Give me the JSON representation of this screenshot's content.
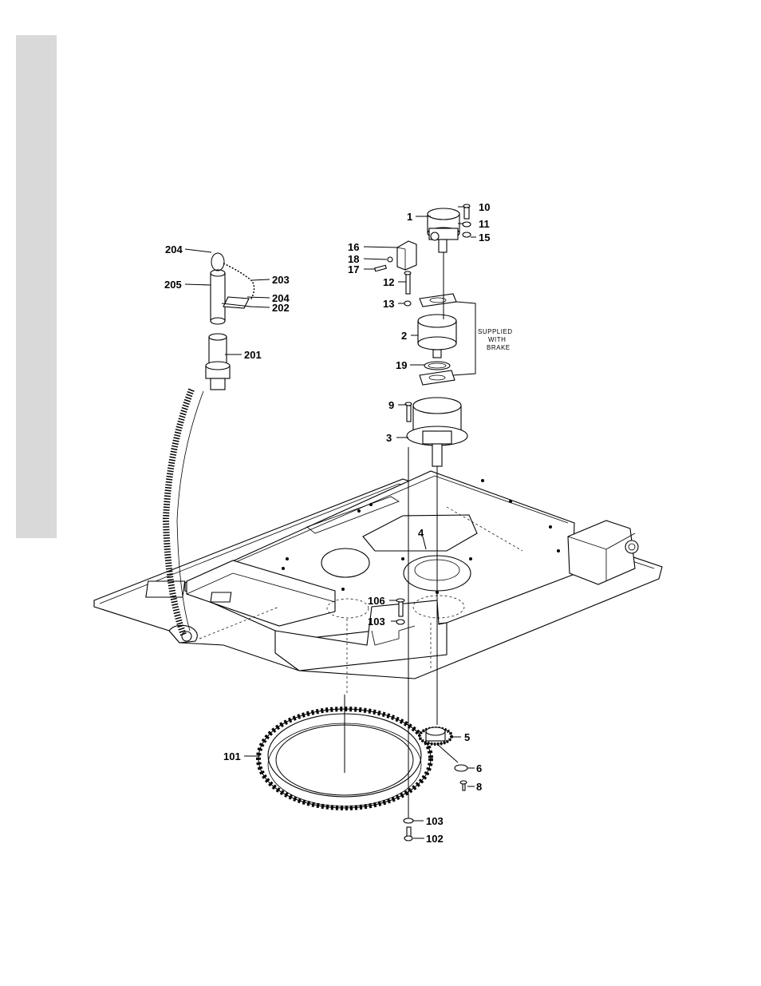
{
  "callouts": {
    "c1": "1",
    "c2": "2",
    "c3": "3",
    "c4": "4",
    "c5": "5",
    "c6": "6",
    "c8": "8",
    "c9": "9",
    "c10": "10",
    "c11": "11",
    "c12": "12",
    "c13": "13",
    "c15": "15",
    "c16": "16",
    "c17": "17",
    "c18": "18",
    "c19": "19",
    "c101": "101",
    "c102": "102",
    "c103a": "103",
    "c103b": "103",
    "c106": "106",
    "c201": "201",
    "c202": "202",
    "c203": "203",
    "c204a": "204",
    "c204b": "204",
    "c205": "205"
  },
  "note": {
    "line1": "SUPPLIED",
    "line2": "WITH",
    "line3": "BRAKE"
  }
}
